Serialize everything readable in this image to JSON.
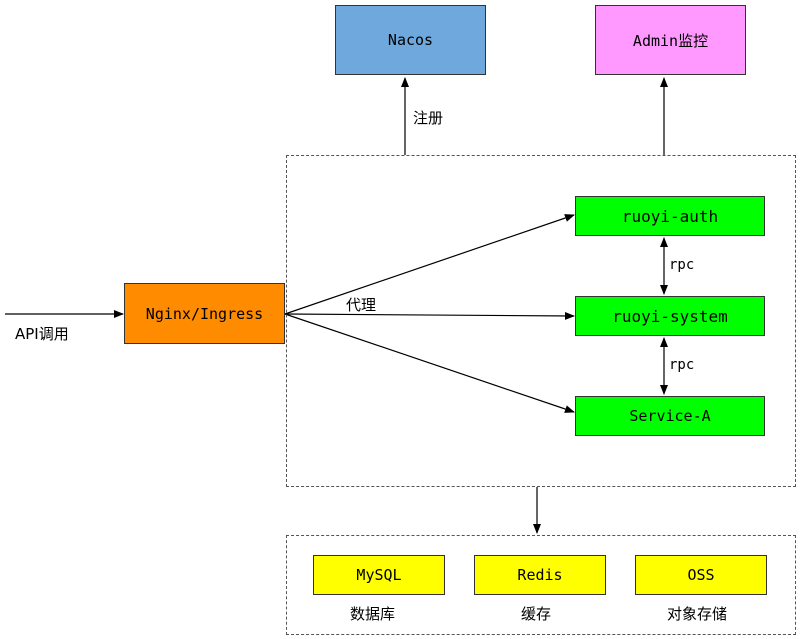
{
  "nodes": {
    "nacos": "Nacos",
    "admin": "Admin监控",
    "nginx": "Nginx/Ingress",
    "auth": "ruoyi-auth",
    "system": "ruoyi-system",
    "service_a": "Service-A",
    "mysql": "MySQL",
    "redis": "Redis",
    "oss": "OSS"
  },
  "labels": {
    "register": "注册",
    "api_call": "API调用",
    "proxy": "代理",
    "rpc_top": "rpc",
    "rpc_bottom": "rpc",
    "database": "数据库",
    "cache": "缓存",
    "object_storage": "对象存储"
  },
  "colors": {
    "nacos": "#6fa8dc",
    "admin": "#ff99ff",
    "nginx": "#ff8c00",
    "service": "#00ff00",
    "storage": "#ffff00"
  }
}
